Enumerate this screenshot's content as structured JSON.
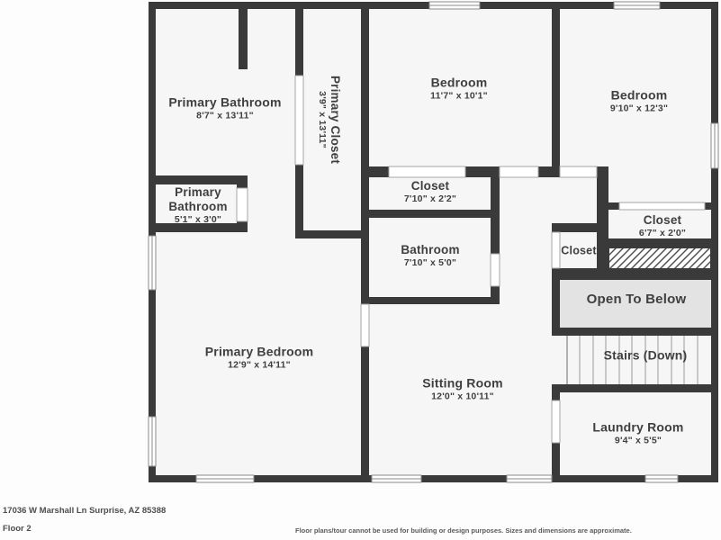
{
  "colors": {
    "wall": "#3a3a3a",
    "room_fill": "#f6f6f6",
    "open_to_below_fill": "#e3e3e3",
    "label_text": "#3f3f3f"
  },
  "plan": {
    "rooms": {
      "primary_bathroom": {
        "name": "Primary Bathroom",
        "dims": "8'7\" x 13'11\""
      },
      "primary_closet": {
        "name": "Primary Closet",
        "dims": "3'9\" x 13'11\""
      },
      "bedroom_1": {
        "name": "Bedroom",
        "dims": "11'7\" x 10'1\""
      },
      "bedroom_2": {
        "name": "Bedroom",
        "dims": "9'10\" x 12'3\""
      },
      "hall_closet": {
        "name": "Closet",
        "dims": "7'10\" x 2'2\""
      },
      "bathroom": {
        "name": "Bathroom",
        "dims": "7'10\" x 5'0\""
      },
      "primary_bathroom_small": {
        "name": "Primary Bathroom",
        "dims": "5'1\" x 3'0\""
      },
      "small_closet": {
        "name": "Closet"
      },
      "bedroom2_closet": {
        "name": "Closet",
        "dims": "6'7\" x 2'0\""
      },
      "open_to_below": {
        "name": "Open To Below"
      },
      "stairs": {
        "name": "Stairs (Down)"
      },
      "laundry": {
        "name": "Laundry Room",
        "dims": "9'4\" x 5'5\""
      },
      "primary_bedroom": {
        "name": "Primary Bedroom",
        "dims": "12'9\" x 14'11\""
      },
      "sitting_room": {
        "name": "Sitting Room",
        "dims": "12'0\" x 10'11\""
      }
    }
  },
  "footer": {
    "address": "17036 W Marshall Ln Surprise, AZ 85388",
    "floor": "Floor 2",
    "disclaimer": "Floor plans/tour cannot be used for building or design purposes. Sizes and dimensions are approximate."
  }
}
